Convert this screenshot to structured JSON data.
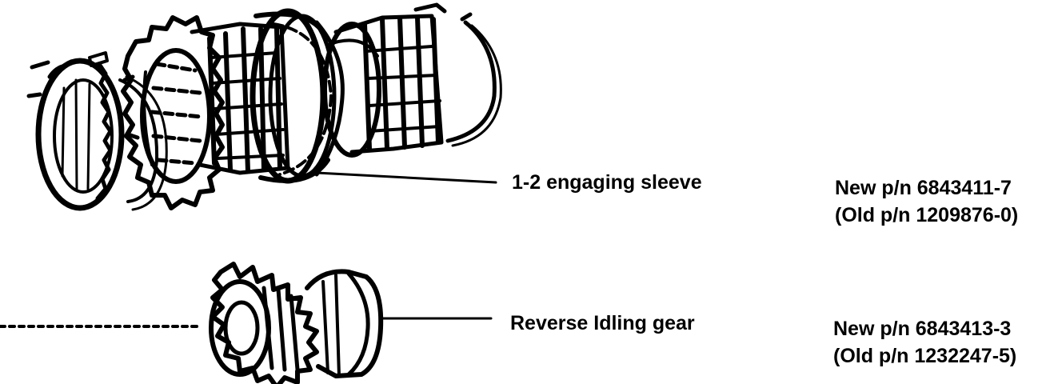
{
  "parts": [
    {
      "label": "1-2 engaging sleeve",
      "new_pn": "New p/n  6843411-7",
      "old_pn": "(Old p/n  1209876-0)"
    },
    {
      "label": "Reverse Idling gear",
      "new_pn": "New p/n  6843413-3",
      "old_pn": "(Old p/n  1232247-5)"
    }
  ],
  "colors": {
    "ink": "#000000",
    "background": "#ffffff"
  }
}
